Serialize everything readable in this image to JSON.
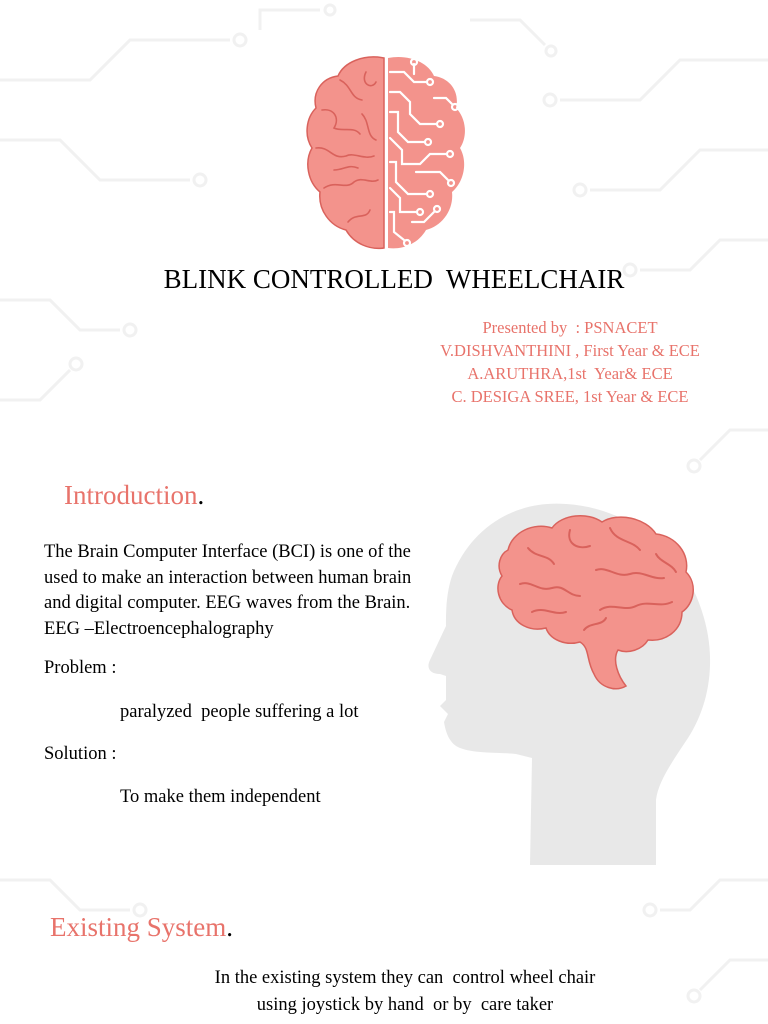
{
  "title": "BLINK CONTROLLED  WHEELCHAIR",
  "presenters": [
    "Presented by  : PSNACET",
    "V.DISHVANTHINI , First Year & ECE",
    "A.ARUTHRA,1st  Year& ECE",
    "C. DESIGA SREE, 1st Year & ECE"
  ],
  "introduction": {
    "heading": "Introduction",
    "heading_suffix": ".",
    "body_lines": [
      "The Brain Computer Interface (BCI) is one of the",
      "used to make an interaction between human brain",
      "and digital computer. EEG waves from the Brain.",
      "EEG –Electroencephalography"
    ],
    "problem_label": "Problem :",
    "problem_text": "paralyzed  people suffering a lot",
    "solution_label": "Solution :",
    "solution_text": "To make them independent"
  },
  "existing_system": {
    "heading": "Existing System",
    "heading_suffix": ".",
    "lines": [
      "In the existing system they can  control wheel chair",
      "using joystick by hand  or by  care taker"
    ]
  },
  "colors": {
    "accent": "#e8736b",
    "brain": "#f3938c",
    "brain_line": "#d9625c",
    "head": "#e8e8e8",
    "circuit": "#f1f1f1"
  }
}
